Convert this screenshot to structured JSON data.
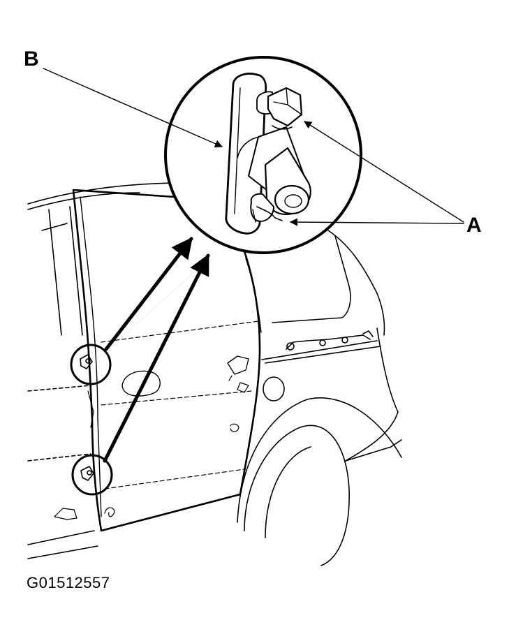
{
  "callouts": {
    "b": "B",
    "a": "A"
  },
  "figure_id": "G01512557",
  "colors": {
    "ink": "#000000",
    "paper": "#ffffff"
  }
}
